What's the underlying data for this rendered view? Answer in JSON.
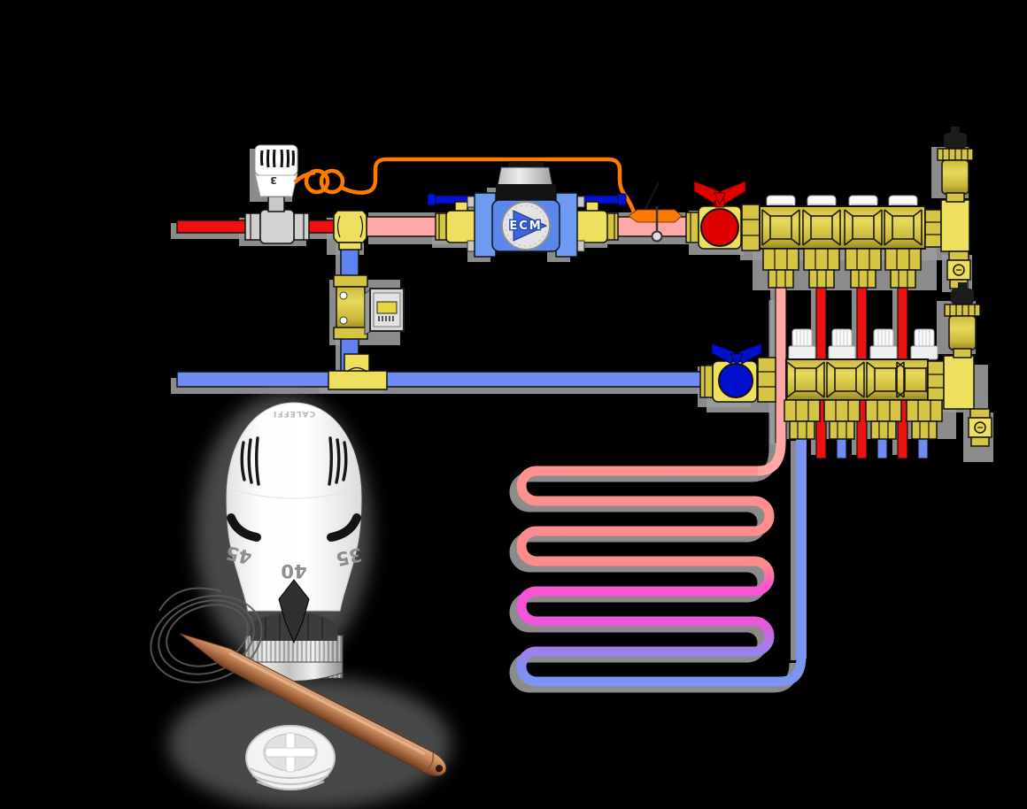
{
  "diagram": {
    "pump_label": "ECM",
    "mixing_valve_setting": "3"
  },
  "product": {
    "brand": "CALEFFI",
    "scale_numbers": [
      "45",
      "40",
      "35"
    ]
  },
  "colors": {
    "red": "#EE1111",
    "pink": "#FFA8A8",
    "drop-pink": "#FFA6A6",
    "return-blue": "#6E8CF5",
    "riser-blue": "#5F83F0",
    "loop-blue": "#7B96F2",
    "handle-blue": "#0013D6",
    "ball-red": "#E00000",
    "ball-blue": "#0010CC",
    "orange": "#FF7A00",
    "brass": "#D6C544",
    "brass-light": "#EFDF5E",
    "pump-blue": "#5B86EC",
    "flange-blue": "#6E9BF2",
    "triangle-blue": "#3E63E0",
    "lcd-yellow": "#E7D63F",
    "copper": "#B4764C",
    "shadow-gray": "#9A9A9A"
  }
}
